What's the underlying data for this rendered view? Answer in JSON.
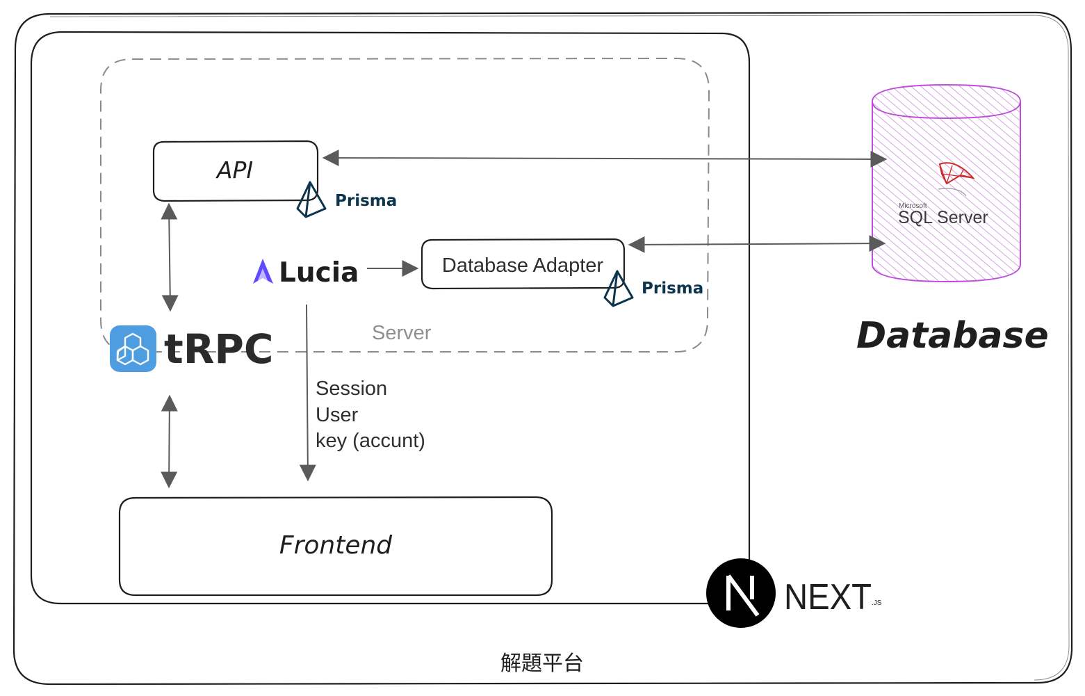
{
  "platform_label": "解題平台",
  "server_label": "Server",
  "nodes": {
    "api": "API",
    "database_adapter": "Database Adapter",
    "frontend": "Frontend",
    "database": "Database"
  },
  "logos": {
    "prisma_1": "Prisma",
    "prisma_2": "Prisma",
    "lucia": "Lucia",
    "trpc": "tRPC",
    "sql_server_small": "Microsoft",
    "sql_server": "SQL Server",
    "next": "NEXT",
    "next_suffix": ".JS"
  },
  "lucia_outputs": [
    "Session",
    "User",
    "key (accunt)"
  ],
  "colors": {
    "stroke": "#1e1e1e",
    "database_fill": "#be4bdb",
    "trpc_blue": "#4d9de0",
    "prisma_navy": "#0c344b",
    "lucia_purple": "#5f4bff",
    "sql_red": "#cc2927"
  }
}
